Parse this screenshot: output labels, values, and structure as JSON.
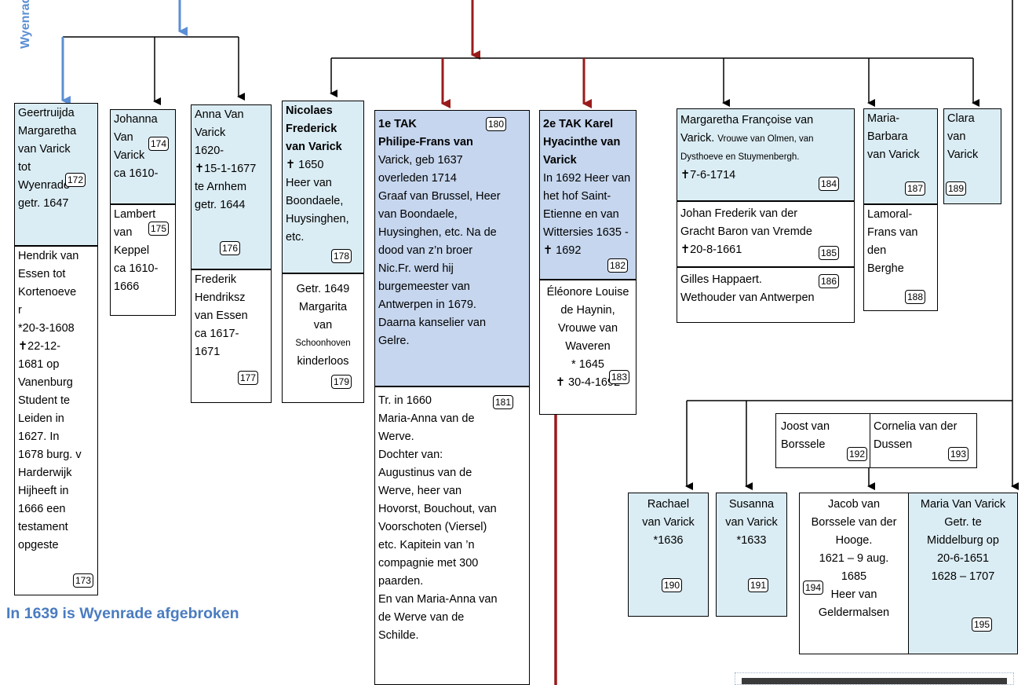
{
  "side_label": "Wyenrade",
  "caption": "In 1639 is Wyenrade afgebroken",
  "persons": {
    "p172": {
      "lines": [
        "Geertruijda",
        "Margaretha",
        "van Varick",
        "tot",
        "Wyenrade",
        "getr. 1647"
      ],
      "num": "172"
    },
    "p173": {
      "lines": [
        "Hendrik van",
        "Essen tot",
        "Kortenoeve",
        "r",
        "*20-3-1608",
        "✝22-12-",
        "1681 op",
        "Vanenburg",
        "Student te",
        "Leiden in",
        "1627. In",
        "1678 burg. v",
        "Harderwijk",
        "Hijheeft in",
        "1666 een",
        "testament",
        "opgeste"
      ],
      "num": "173"
    },
    "p174": {
      "lines": [
        "Johanna",
        "Van",
        "Varick",
        "ca 1610-"
      ],
      "num": "174"
    },
    "p175": {
      "lines": [
        "Lambert",
        "van",
        "Keppel",
        "ca 1610-",
        "1666"
      ],
      "num": "175"
    },
    "p176": {
      "lines": [
        "Anna Van",
        "Varick",
        "1620-",
        "✝15-1-1677",
        "te Arnhem",
        "getr. 1644"
      ],
      "num": "176"
    },
    "p177": {
      "lines": [
        "Frederik",
        "Hendriksz",
        "van Essen",
        "ca 1617-",
        "1671"
      ],
      "num": "177"
    },
    "p178": {
      "lines": [
        "Nicolaes",
        "Frederick",
        "van Varick",
        "✝ 1650",
        "Heer van",
        "Boondaele,",
        "Huysinghen,",
        "etc."
      ],
      "num": "178"
    },
    "p179": {
      "lines": [
        "Getr. 1649",
        "Margarita",
        "van",
        "Schoonhoven",
        "kinderloos"
      ],
      "num": "179"
    },
    "p180": {
      "lines": [
        "1e TAK",
        "Philipe-Frans van",
        "Varick, geb 1637",
        "overleden 1714",
        "Graaf van Brussel, Heer",
        "van Boondaele,",
        "Huysinghen, etc. Na de",
        "dood van z’n broer",
        "Nic.Fr. werd hij",
        "burgemeester van",
        "Antwerpen in 1679.",
        "Daarna kanselier van",
        "Gelre."
      ],
      "num": "180"
    },
    "p181": {
      "lines": [
        "Tr. in 1660",
        "Maria-Anna van de",
        "Werve.",
        "Dochter van:",
        "Augustinus van de",
        "Werve, heer van",
        "Hovorst, Bouchout, van",
        "Voorschoten (Viersel)",
        "etc. Kapitein van ’n",
        "compagnie met 300",
        "paarden.",
        "En van Maria-Anna van",
        "de Werve van de",
        "Schilde."
      ],
      "num": "181"
    },
    "p182": {
      "lines": [
        "2e TAK Karel",
        "Hyacinthe van",
        "Varick",
        "In 1692 Heer van",
        "het hof Saint-",
        "Etienne en van",
        "Wittersies 1635 -",
        "✝ 1692"
      ],
      "num": "182"
    },
    "p183": {
      "lines": [
        "Éléonore Louise",
        "de Haynin,",
        "Vrouwe van",
        "Waveren",
        "* 1645",
        "✝ 30-4-1692"
      ],
      "num": "183"
    },
    "p184": {
      "lines": [
        "Margaretha Françoise van",
        "Varick.",
        "Vrouwe van Olmen, van",
        "Dysthoeve en Stuymenbergh.",
        "✝7-6-1714"
      ],
      "num": "184"
    },
    "p185": {
      "lines": [
        "Johan Frederik van der",
        "Gracht Baron van Vremde",
        "✝20-8-1661"
      ],
      "num": "185"
    },
    "p186": {
      "lines": [
        "Gilles Happaert.",
        "Wethouder van Antwerpen"
      ],
      "num": "186"
    },
    "p187": {
      "lines": [
        "Maria-",
        "Barbara",
        "van Varick"
      ],
      "num": "187"
    },
    "p188": {
      "lines": [
        "Lamoral-",
        "Frans van",
        "den",
        "Berghe"
      ],
      "num": "188"
    },
    "p189": {
      "lines": [
        "Clara",
        "van",
        "Varick"
      ],
      "num": "189"
    },
    "p190": {
      "lines": [
        "Rachael",
        "van Varick",
        "*1636"
      ],
      "num": "190"
    },
    "p191": {
      "lines": [
        "Susanna",
        "van Varick",
        "*1633"
      ],
      "num": "191"
    },
    "p192": {
      "lines": [
        "Joost van",
        "Borssele"
      ],
      "num": "192"
    },
    "p193": {
      "lines": [
        "Cornelia van der",
        "Dussen"
      ],
      "num": "193"
    },
    "p194": {
      "lines": [
        "Jacob van",
        "Borssele van der",
        "Hooge.",
        "1621 – 9 aug.",
        "1685",
        "Heer van",
        "Geldermalsen"
      ],
      "num": "194"
    },
    "p195": {
      "lines": [
        "Maria Van Varick",
        "Getr. te",
        "Middelburg op",
        "20-6-1651",
        "1628 – 1707"
      ],
      "num": "195"
    }
  },
  "colors": {
    "light_box": "#dbedf4",
    "dark_box": "#c6d6ee",
    "red_line": "#9a1b1b",
    "blue_line": "#5b8fd4"
  }
}
